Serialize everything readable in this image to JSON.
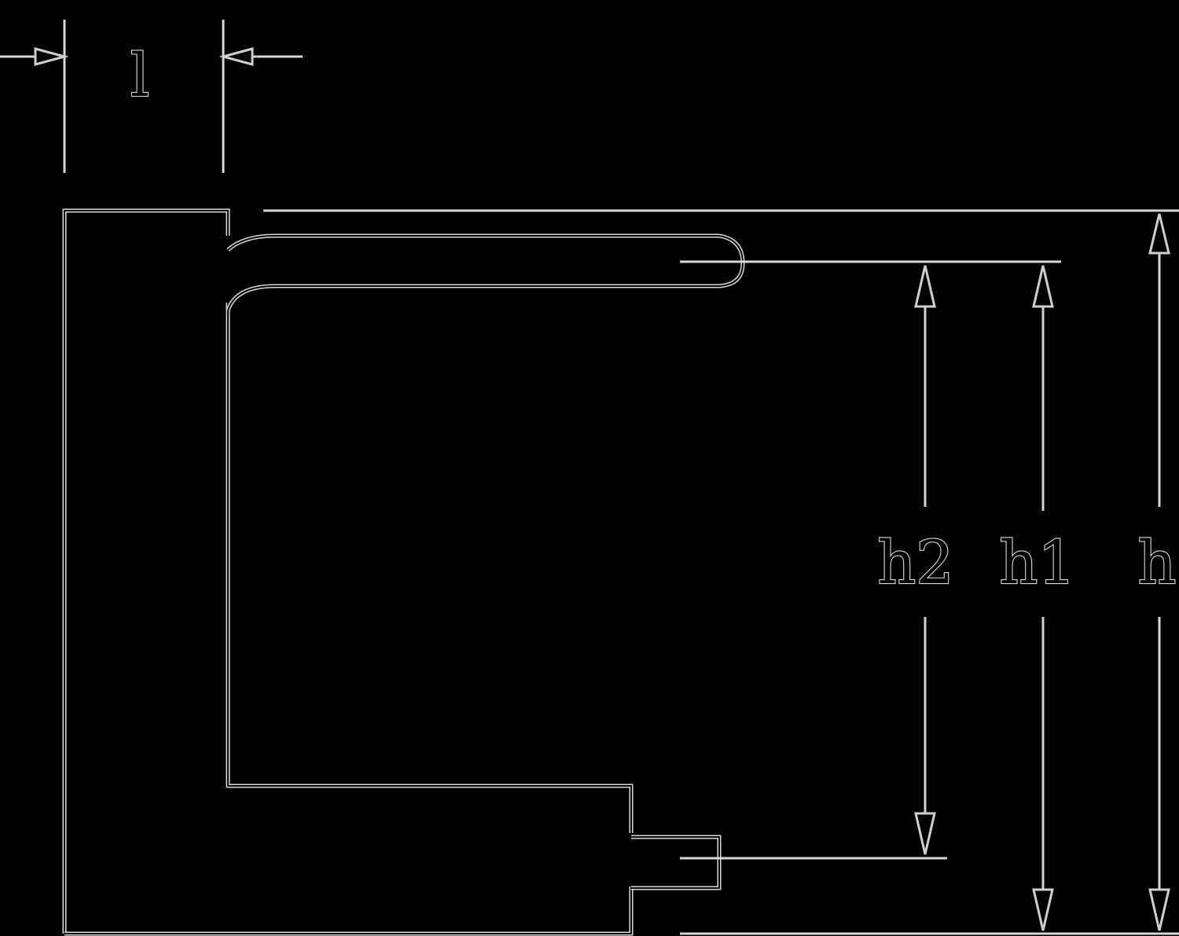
{
  "labels": {
    "width": "l",
    "h2": "h2",
    "h1": "h1",
    "h": "h"
  },
  "colors": {
    "background": "#000000",
    "line": "#d9d9d9"
  }
}
